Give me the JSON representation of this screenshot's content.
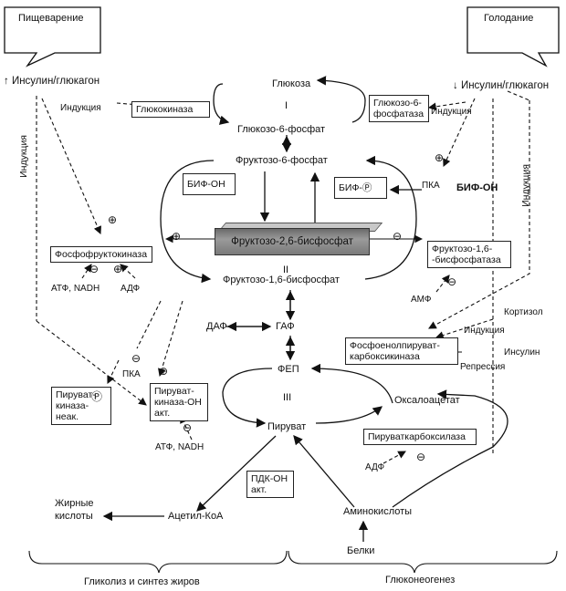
{
  "callouts": {
    "digestion": "Пищеварение",
    "starvation": "Голодание"
  },
  "hormones": {
    "left": "↑ Инсулин/глюкагон",
    "right": "↓ Инсулин/глюкагон"
  },
  "metabolites": {
    "glucose": "Глюкоза",
    "g6p": "Глюкозо-6-фосфат",
    "f6p": "Фруктозо-6-фосфат",
    "f26bp": "Фруктозо-2,6-бисфосфат",
    "f16bp": "Фруктозо-1,6-бисфосфат",
    "dap": "ДАФ",
    "gap": "ГАФ",
    "pep": "ФЕП",
    "pyruvate": "Пируват",
    "oxaloacetate": "Оксалоацетат",
    "acetylcoa": "Ацетил-КоА",
    "fatty_acids": "Жирные\nкислоты",
    "amino_acids": "Аминокислоты",
    "proteins": "Белки"
  },
  "cycles": {
    "c1": "I",
    "c2": "II",
    "c3": "III"
  },
  "enzymes": {
    "glucokinase": "Глюкокиназа",
    "g6pase": "Глюкозо-6-\nфосфатаза",
    "bif_on_left": "БИФ-ОН",
    "bif_p": "БИФ-",
    "bif_on_right": "БИФ-ОН",
    "pfk": "Фосфофруктокиназа",
    "fbpase": "Фруктозо-1,6-\n-бисфосфатаза",
    "pepck": "Фосфоенолпируват-\nкарбоксикиназа",
    "pk_p": "Пируват-\nкиназа-\nнеак.",
    "pk_on": "Пируват-\nкиназа-ОН\nакт.",
    "pc": "Пируваткарбоксилаза",
    "pdk": "ПДК-ОН\nакт."
  },
  "labels": {
    "induction": "Индукция",
    "pka": "ПКА",
    "pka2": "ПКА",
    "atp_nadh": "АТФ, NADH",
    "adp": "АДФ",
    "amp": "АМФ",
    "atp_nadh2": "АТФ, NADH",
    "adp2": "АДФ",
    "cortisol": "Кортизол",
    "insulin": "Инсулин",
    "repression": "Репрессия",
    "plus": "⊕",
    "minus": "⊖",
    "p_circle": "Ⓟ"
  },
  "footer": {
    "left": "Гликолиз и синтез жиров",
    "right": "Глюконеогенез"
  }
}
